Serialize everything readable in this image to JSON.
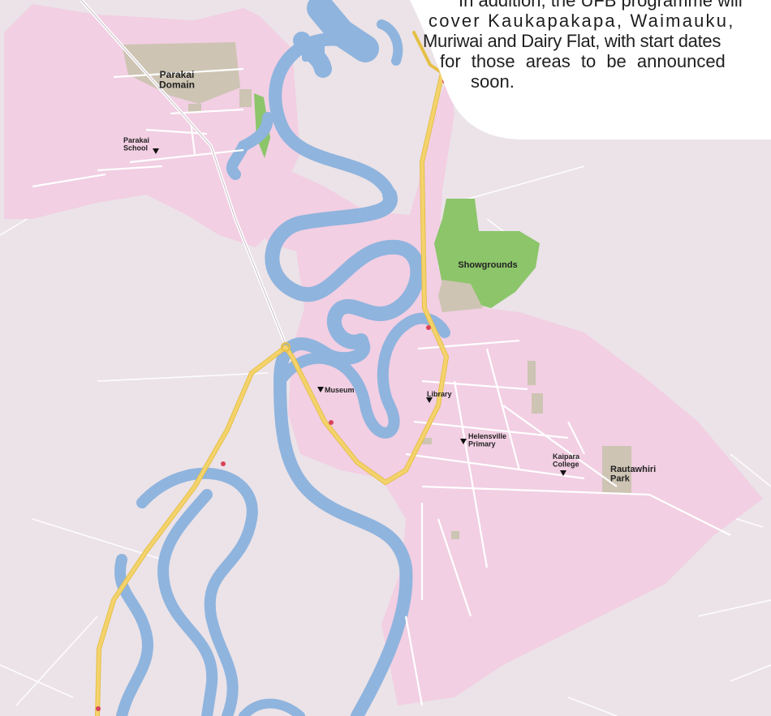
{
  "map": {
    "colors": {
      "background": "#ebe3e8",
      "district": "#f2cfe3",
      "river": "#8fb4de",
      "park": "#8cc56a",
      "domain": "#cdc4b3",
      "highway": "#f4d36c",
      "road": "#ffffff"
    },
    "places": {
      "parakai_domain": "Parakai\nDomain",
      "parakai_school": "Parakai\nSchool",
      "showgrounds": "Showgrounds",
      "museum": "Museum",
      "library": "Library",
      "helensville_primary": "Helensville\nPrimary",
      "kaipara_college": "Kaipara\nCollege",
      "rautawhiri_park": "Rautawhiri\nPark"
    },
    "markers": {
      "poi": "triangle-marker-icon",
      "highway_shield": "highway-shield-icon"
    }
  },
  "callout": {
    "lines": [
      "In addition, the UFB programme will",
      "cover Kaukapakapa, Waimauku,",
      "Muriwai and Dairy Flat, with start dates",
      "for those areas to be announced",
      "soon."
    ]
  }
}
